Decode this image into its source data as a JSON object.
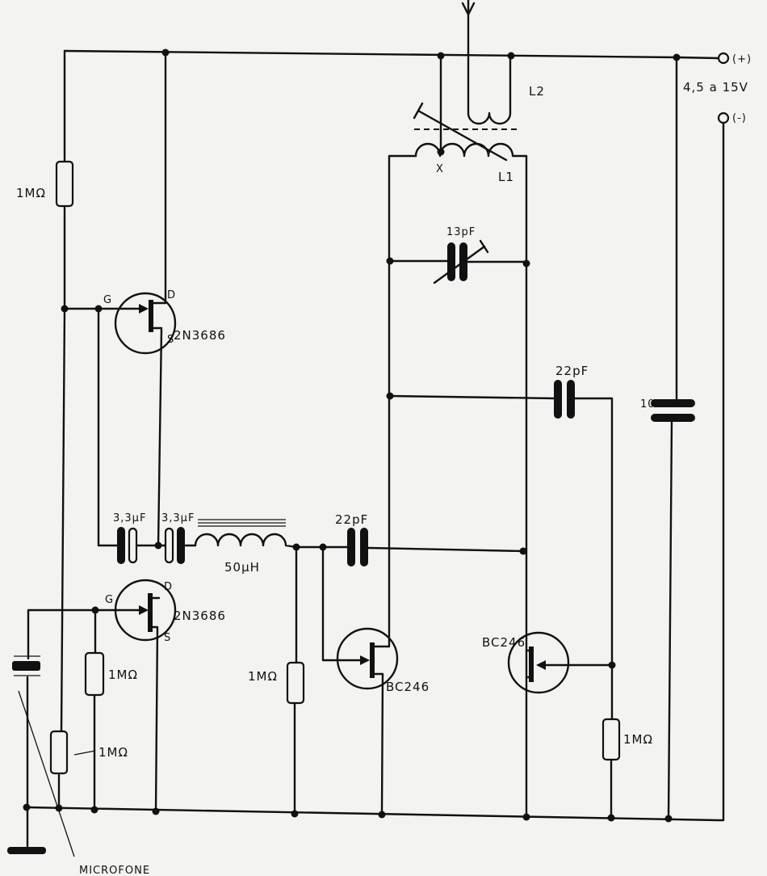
{
  "supply": {
    "positive": "(+)",
    "negative": "(-)",
    "voltage": "4,5 a 15V"
  },
  "transistors": {
    "q1": {
      "model": "2N3686",
      "gate": "G",
      "drain": "D",
      "source": "S"
    },
    "q2": {
      "model": "2N3686",
      "gate": "G",
      "drain": "D",
      "source": "S"
    },
    "q3": {
      "model": "BC246"
    },
    "q4": {
      "model": "BC246"
    }
  },
  "resistors": {
    "r_top_left": "1MΩ",
    "r_q2_gate": "1MΩ",
    "r_bottom_left": "1MΩ",
    "r_mid": "1MΩ",
    "r_right": "1MΩ"
  },
  "capacitors": {
    "c1": "3,3μF",
    "c2": "3,3μF",
    "c_coupling": "22pF",
    "c_feedback": "22pF",
    "c_tune": "13pF",
    "c_bypass": "10nF"
  },
  "inductors": {
    "choke": "50μH",
    "l1": "L1",
    "l2": "L2",
    "tap": "X"
  },
  "microphone": {
    "label": "MICROFONE"
  }
}
